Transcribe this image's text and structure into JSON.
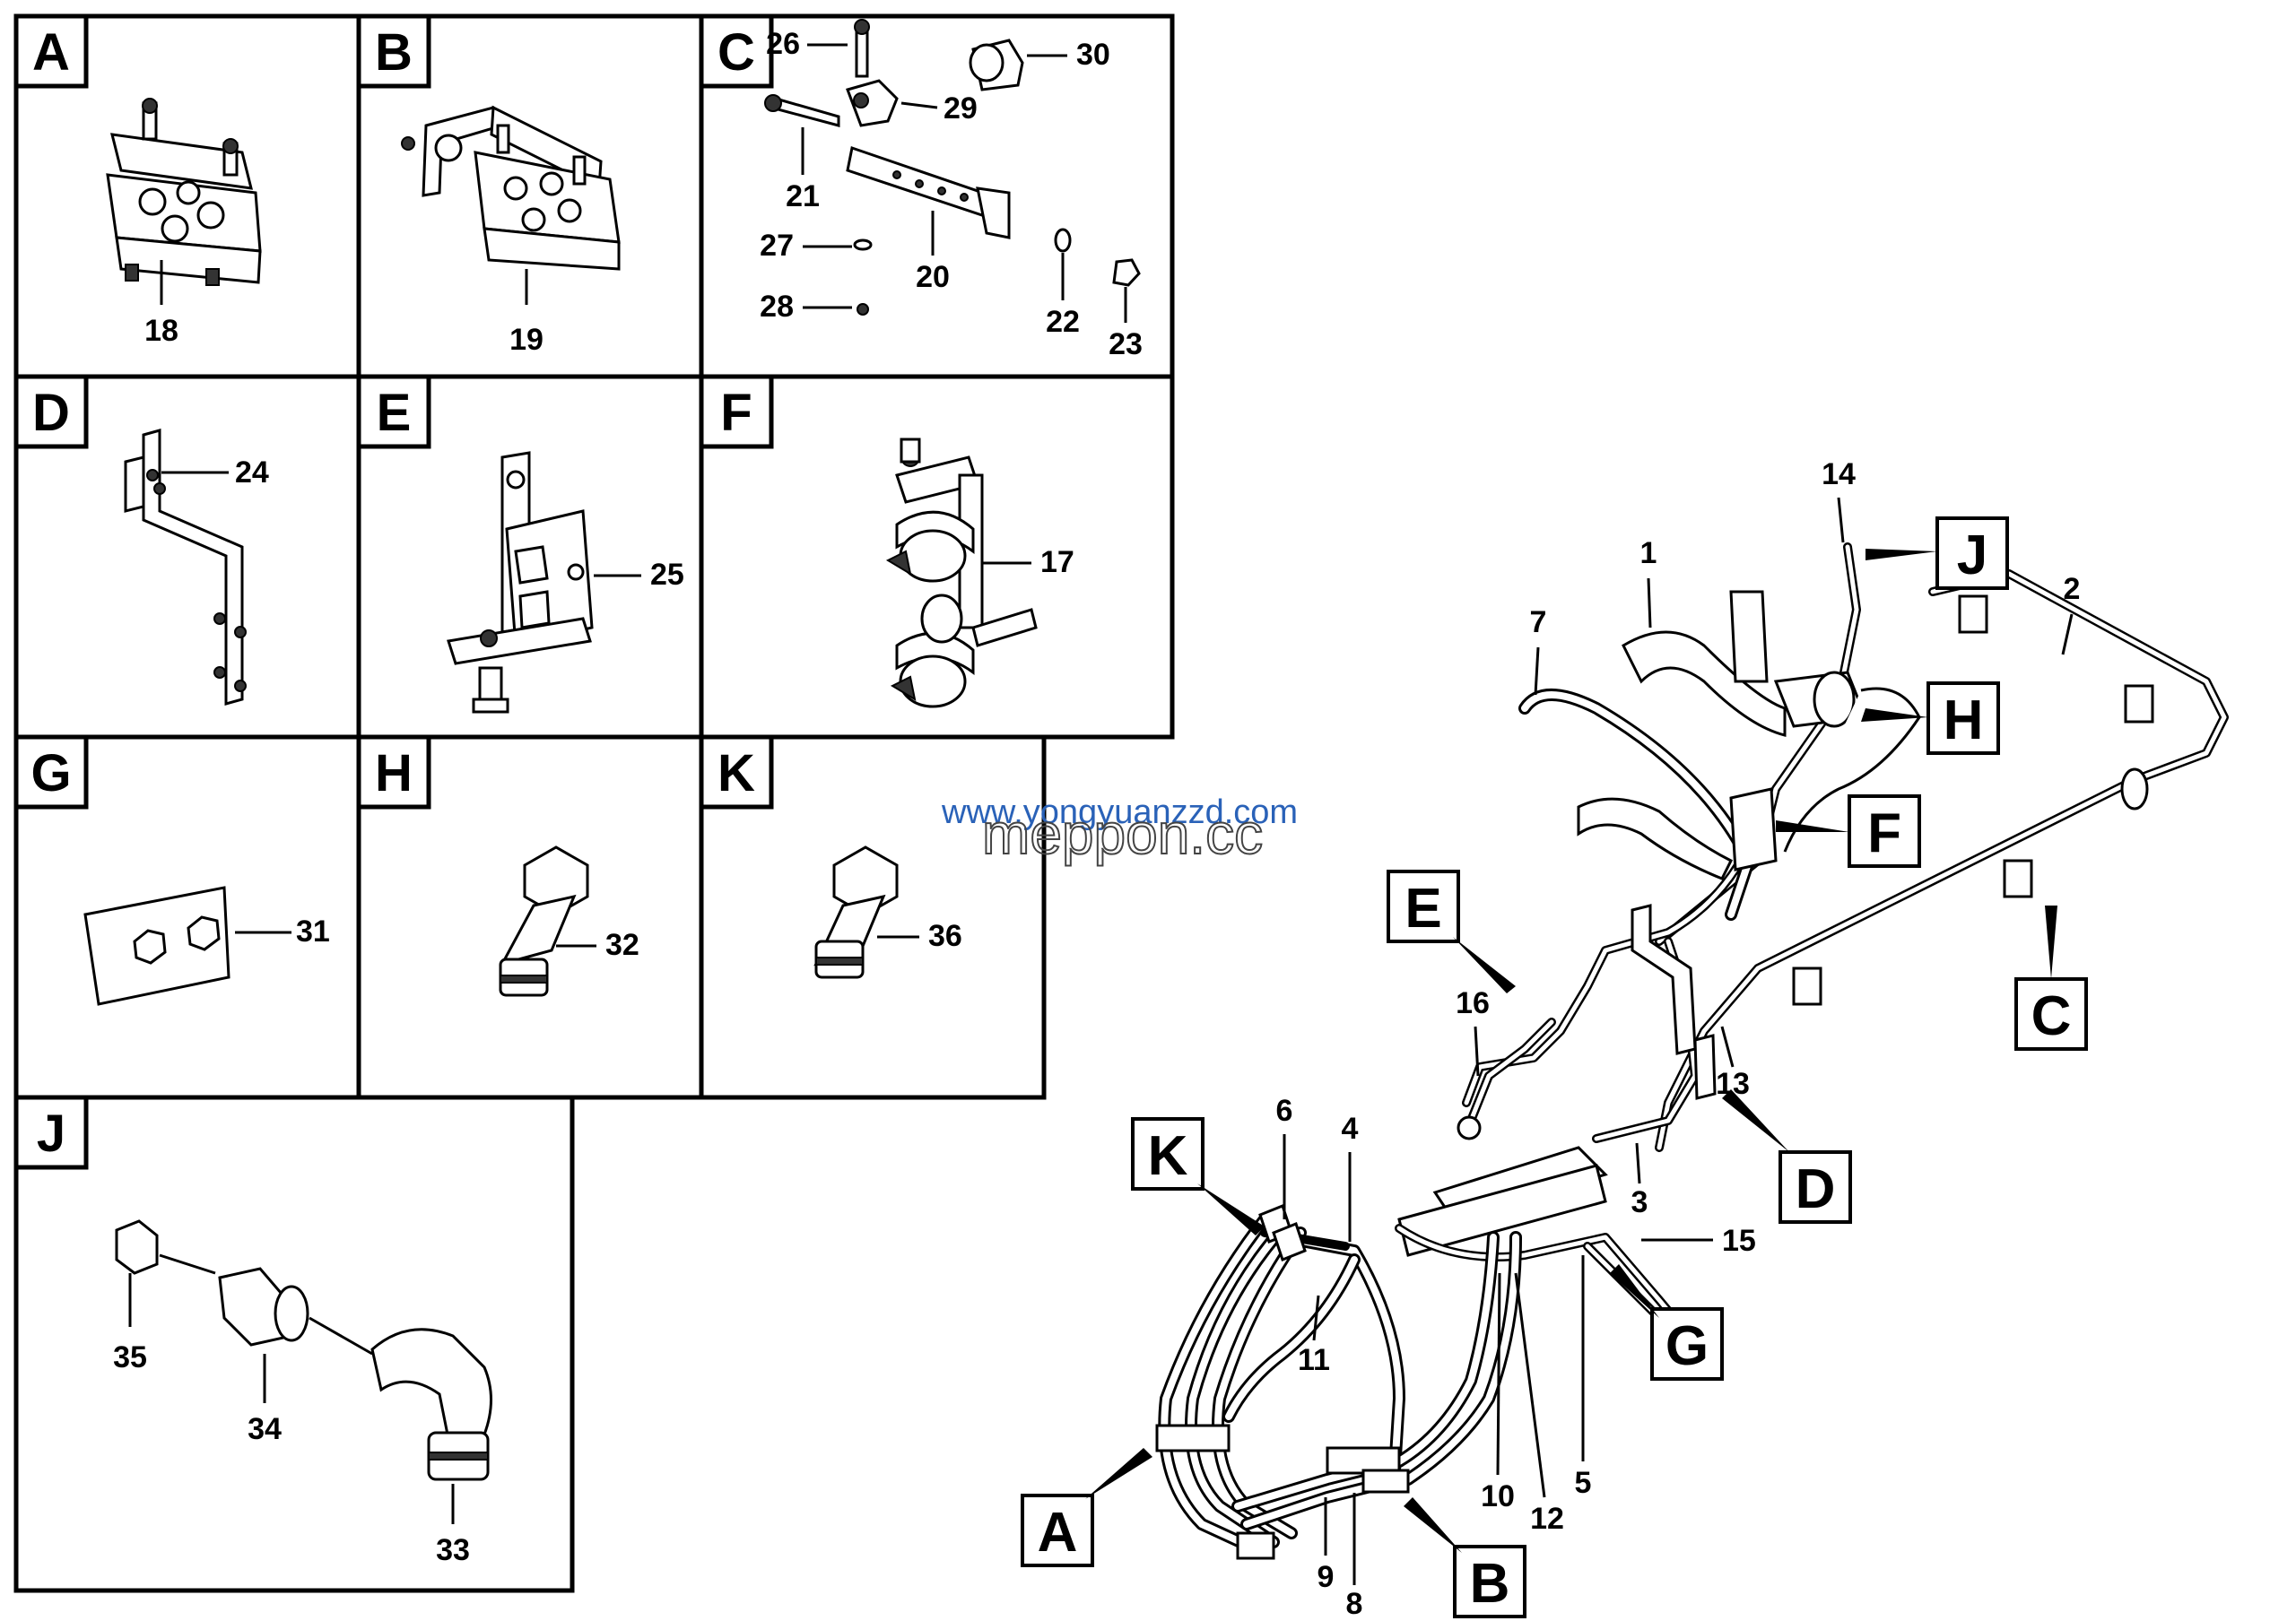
{
  "detail_views": [
    {
      "tag": "A",
      "parts": [
        "18"
      ]
    },
    {
      "tag": "B",
      "parts": [
        "19"
      ]
    },
    {
      "tag": "C",
      "parts": [
        "26",
        "30",
        "29",
        "21",
        "20",
        "27",
        "28",
        "22",
        "23"
      ]
    },
    {
      "tag": "D",
      "parts": [
        "24"
      ]
    },
    {
      "tag": "E",
      "parts": [
        "25"
      ]
    },
    {
      "tag": "F",
      "parts": [
        "17"
      ]
    },
    {
      "tag": "G",
      "parts": [
        "31"
      ]
    },
    {
      "tag": "H",
      "parts": [
        "32"
      ]
    },
    {
      "tag": "K",
      "parts": [
        "36"
      ]
    },
    {
      "tag": "J",
      "parts": [
        "35",
        "34",
        "33"
      ]
    }
  ],
  "main_assembly": {
    "callouts": [
      "J",
      "H",
      "F",
      "E",
      "C",
      "D",
      "K",
      "G",
      "A",
      "B"
    ],
    "part_numbers": [
      "14",
      "1",
      "2",
      "7",
      "16",
      "13",
      "6",
      "4",
      "3",
      "15",
      "11",
      "10",
      "12",
      "5",
      "9",
      "8"
    ]
  },
  "watermark": {
    "url": "www.yongyuanzzd.com",
    "brand": "meppon.cc"
  },
  "colors": {
    "watermark_url": "#2a62b8",
    "line": "#000000"
  }
}
